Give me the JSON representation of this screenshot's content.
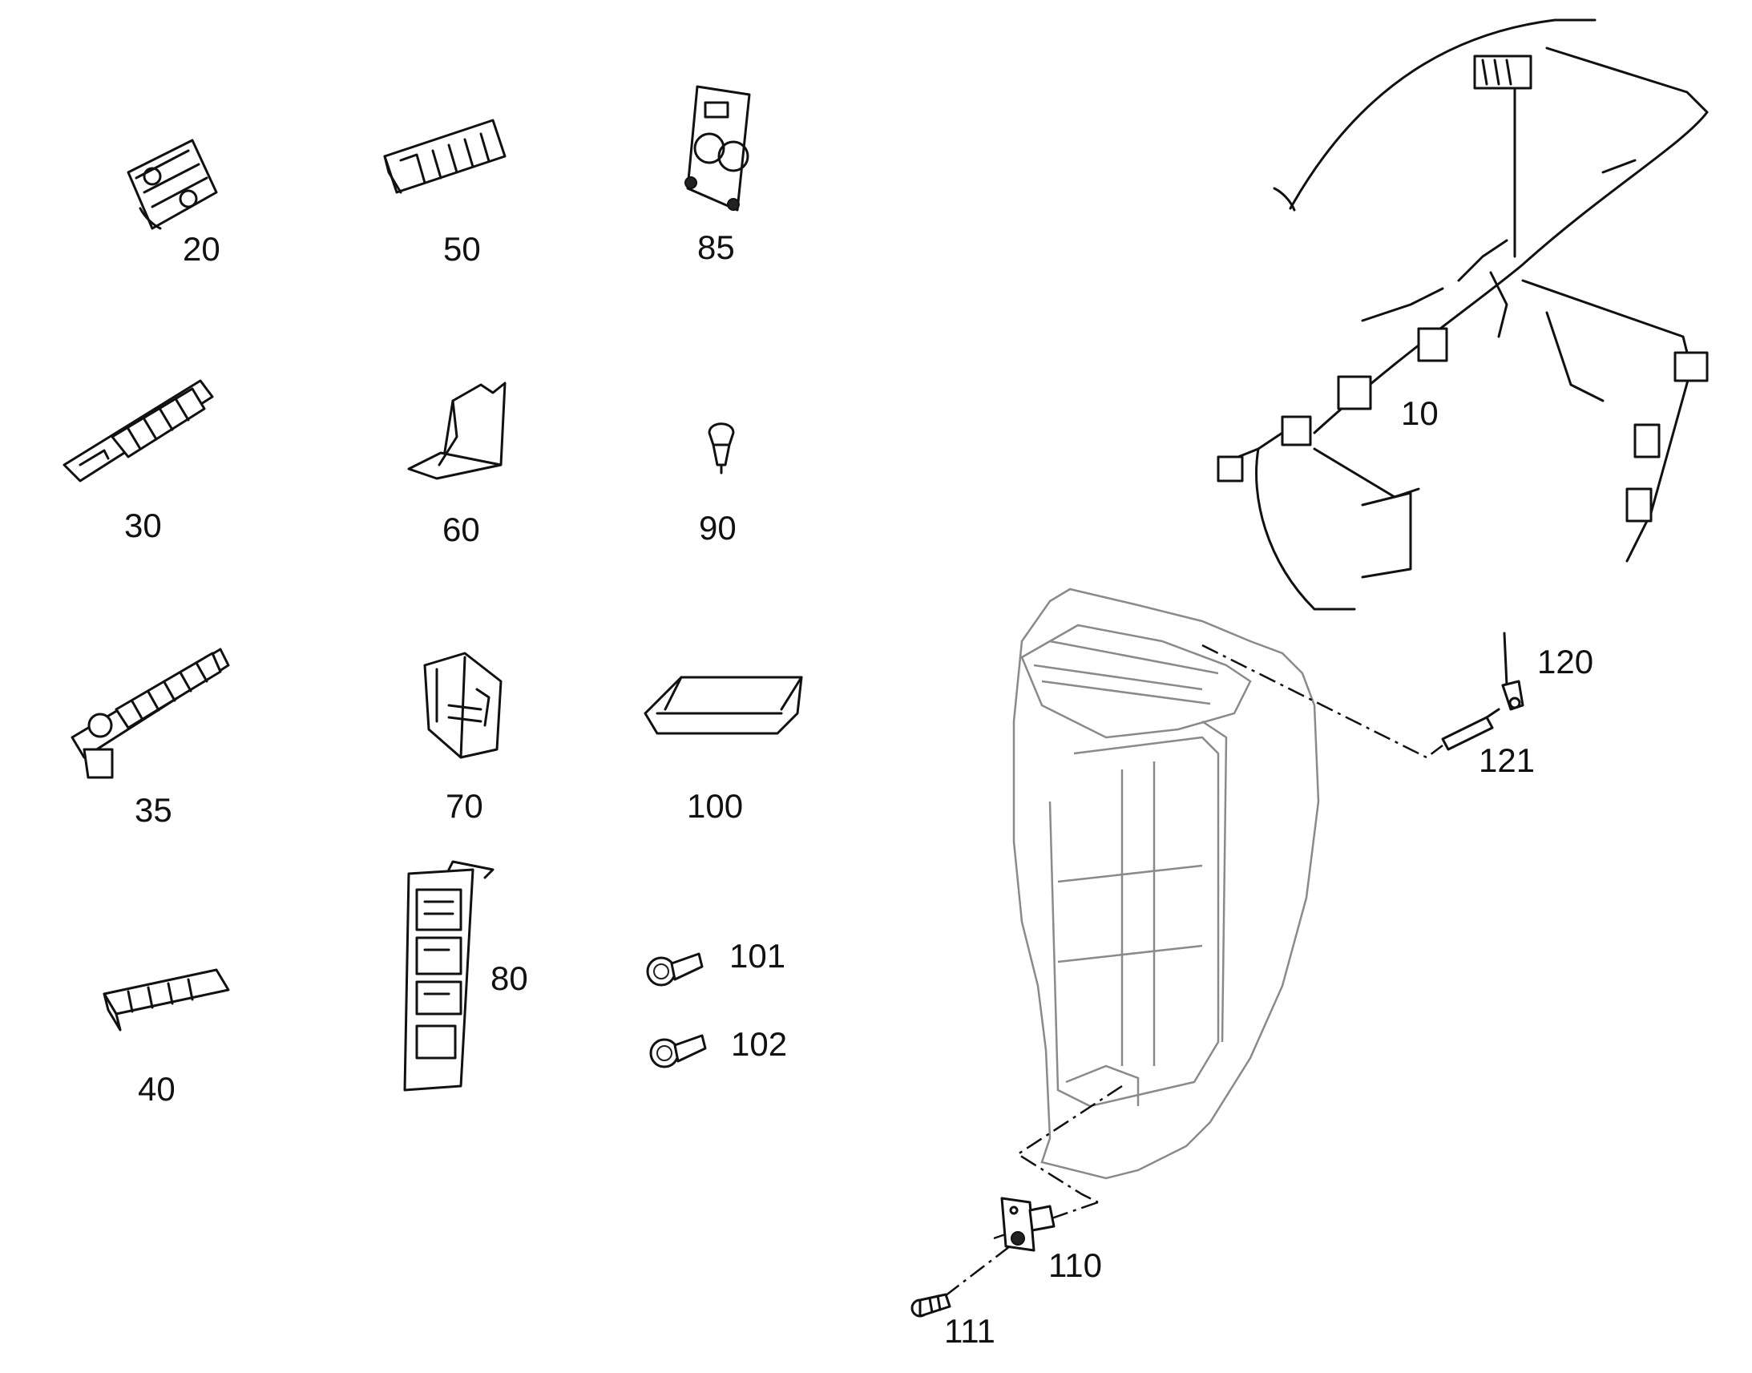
{
  "labels": {
    "p10": "10",
    "p20": "20",
    "p30": "30",
    "p35": "35",
    "p40": "40",
    "p50": "50",
    "p60": "60",
    "p70": "70",
    "p80": "80",
    "p85": "85",
    "p90": "90",
    "p100": "100",
    "p101": "101",
    "p102": "102",
    "p110": "110",
    "p111": "111",
    "p120": "120",
    "p121": "121"
  },
  "icons": [
    "relay-socket-icon",
    "fuse-block-icon",
    "mounting-plate-icon",
    "switch-panel-icon",
    "cover-icon",
    "push-button-icon",
    "switch-with-knob-icon",
    "connector-housing-icon",
    "lamp-housing-icon",
    "fuse-relay-board-icon",
    "bulb-icon",
    "wiring-harness-icon",
    "cab-frame-icon",
    "door-contact-switch-icon",
    "screw-icon",
    "sensor-rod-icon",
    "pin-icon"
  ],
  "colors": {
    "line": "#111111",
    "frame": "#8a8a8a",
    "background": "#ffffff"
  }
}
